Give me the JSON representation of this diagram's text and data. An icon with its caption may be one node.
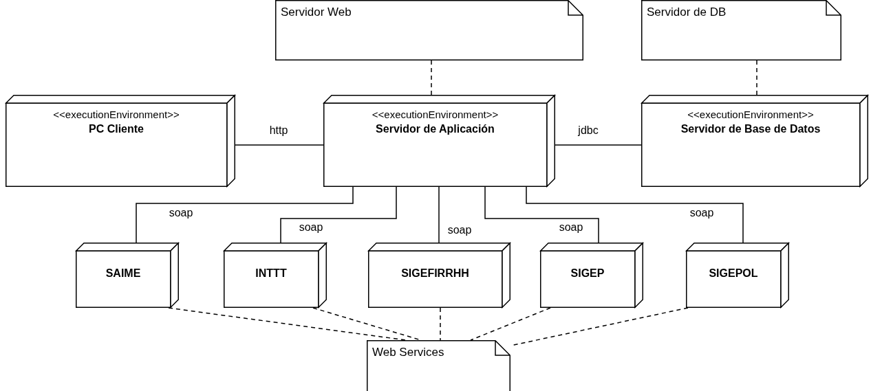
{
  "diagram": {
    "nodes": [
      {
        "text": [
          "Servidor Web"
        ]
      },
      {
        "text": [
          "Servidor de DB"
        ]
      },
      {
        "text": [
          "<<executionEnvironment>>",
          "PC Cliente"
        ]
      },
      {
        "text": [
          "<<executionEnvironment>>",
          "Servidor de Aplicación"
        ]
      },
      {
        "text": [
          "<<executionEnvironment>>",
          "Servidor de Base de Datos"
        ]
      },
      {
        "text": [
          "SAIME"
        ]
      },
      {
        "text": [
          "INTTT"
        ]
      },
      {
        "text": [
          "SIGEFIRRHH"
        ]
      },
      {
        "text": [
          "SIGEP"
        ]
      },
      {
        "text": [
          "SIGEPOL"
        ]
      },
      {
        "text": [
          "Web Services"
        ]
      }
    ],
    "edges": [
      {
        "from": 0,
        "to": 3,
        "arrow": "none",
        "style": "dashed"
      },
      {
        "from": 1,
        "to": 4,
        "arrow": "none",
        "style": "dashed"
      },
      {
        "from": 2,
        "to": 3,
        "arrow": "none",
        "label": "http"
      },
      {
        "from": 3,
        "to": 4,
        "arrow": "none",
        "label": "jdbc"
      },
      {
        "from": 3,
        "to": 5,
        "arrow": "none",
        "label": "soap"
      },
      {
        "from": 3,
        "to": 6,
        "arrow": "none",
        "label": "soap"
      },
      {
        "from": 3,
        "to": 7,
        "arrow": "none",
        "label": "soap"
      },
      {
        "from": 3,
        "to": 8,
        "arrow": "none",
        "label": "soap"
      },
      {
        "from": 3,
        "to": 9,
        "arrow": "none",
        "label": "soap"
      },
      {
        "from": 5,
        "to": 10,
        "arrow": "none",
        "style": "dashed"
      },
      {
        "from": 6,
        "to": 10,
        "arrow": "none",
        "style": "dashed"
      },
      {
        "from": 7,
        "to": 10,
        "arrow": "none",
        "style": "dashed"
      },
      {
        "from": 8,
        "to": 10,
        "arrow": "none",
        "style": "dashed"
      },
      {
        "from": 9,
        "to": 10,
        "arrow": "none",
        "style": "dashed"
      }
    ]
  }
}
